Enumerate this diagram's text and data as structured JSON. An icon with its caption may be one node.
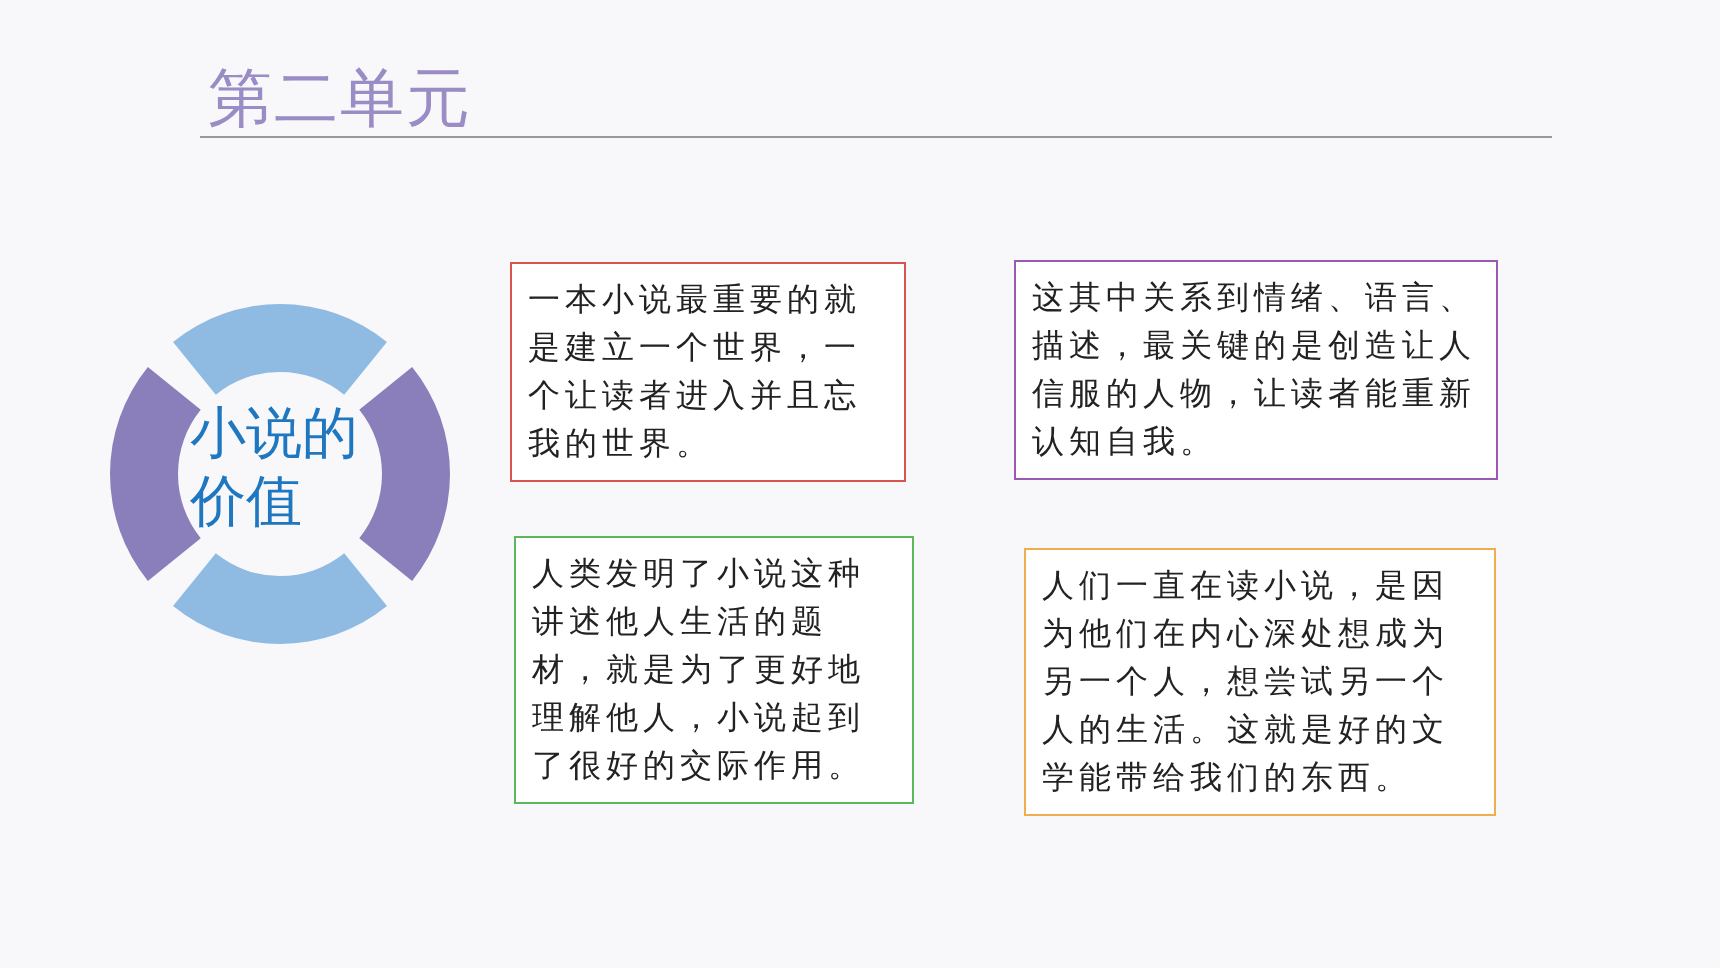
{
  "diagram": {
    "title": "第二单元",
    "nodes": [
      {
        "text": [
          "小说的价值"
        ]
      },
      {
        "text": [
          "一本小说最重要的就是建立一个世界，一个让读者进入并且忘我的世界。"
        ]
      },
      {
        "text": [
          "这其中关系到情绪、语言、描述，最关键的是创造让人信服的人物，让读者能重新认知自我。"
        ]
      },
      {
        "text": [
          "人类发明了小说这种讲述他人生活的题材，就是为了更好地理解他人，小说起到了很好的交际作用。"
        ]
      },
      {
        "text": [
          "人们一直在读小说，是因为他们在内心深处想成为另一个人，想尝试另一个人的生活。这就是好的文学能带给我们的东西。"
        ]
      }
    ],
    "edges": []
  }
}
